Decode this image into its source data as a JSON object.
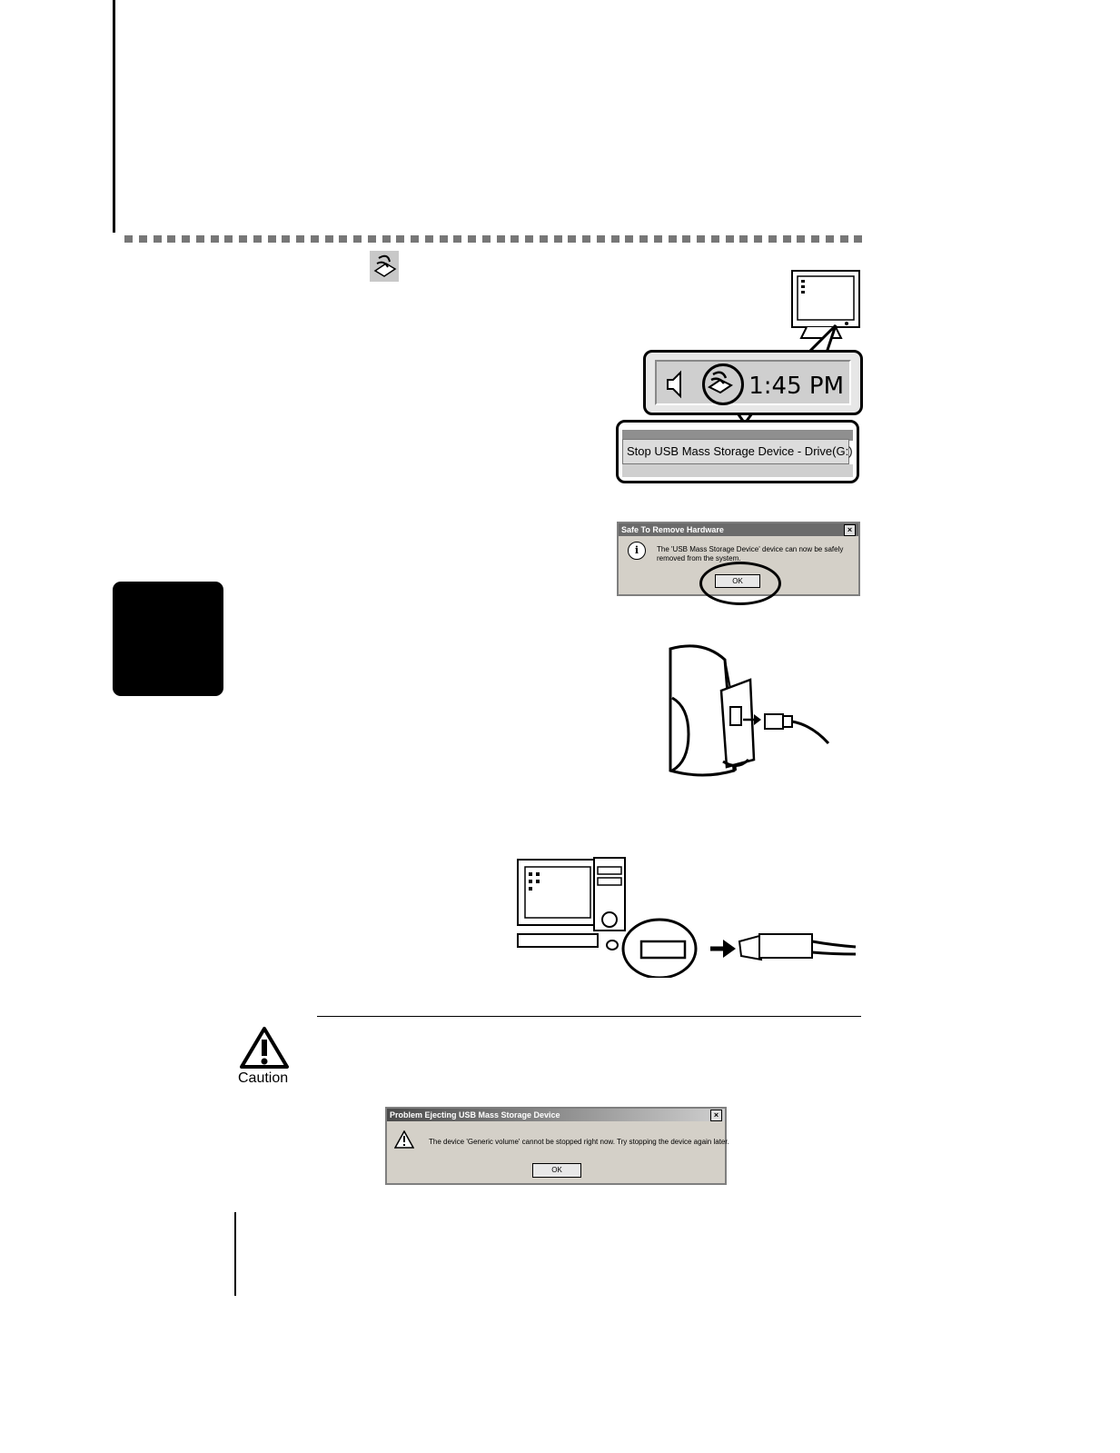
{
  "taskbar": {
    "clock": "1:45 PM"
  },
  "context_menu": {
    "item": "Stop USB Mass Storage Device - Drive(G:)"
  },
  "safe_remove_dialog": {
    "title": "Safe To Remove Hardware",
    "message": "The 'USB Mass Storage Device' device can now be safely removed from the system.",
    "ok_label": "OK"
  },
  "caution": {
    "label": "Caution"
  },
  "problem_dialog": {
    "title": "Problem Ejecting USB Mass Storage Device",
    "message": "The device 'Generic volume' cannot be stopped right now.  Try stopping the device again later.",
    "ok_label": "OK"
  }
}
